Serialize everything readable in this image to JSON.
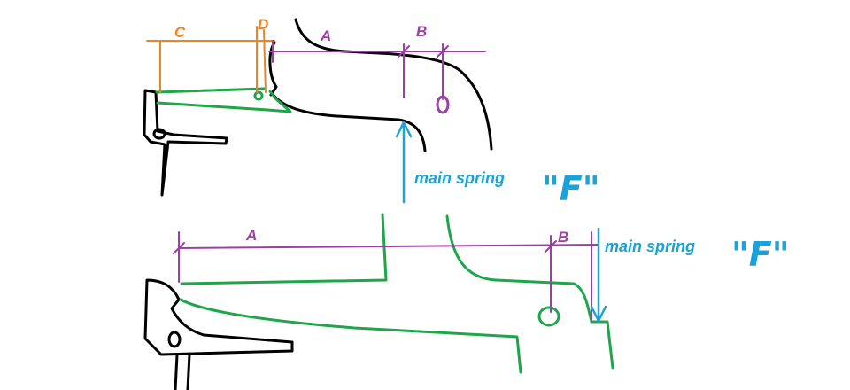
{
  "colors": {
    "outline": "#000000",
    "spring": "#1fa64a",
    "dimension": "#9b3fa3",
    "dimension_alt": "#e8862a",
    "force": "#1aa3d9"
  },
  "top_view": {
    "dim_c": "C",
    "dim_d": "D",
    "dim_a": "A",
    "dim_b": "B",
    "spring_label": "main spring",
    "force_label": "\"F\""
  },
  "bottom_view": {
    "dim_a": "A",
    "dim_b": "B",
    "spring_label": "main spring",
    "force_label": "\"F\""
  }
}
